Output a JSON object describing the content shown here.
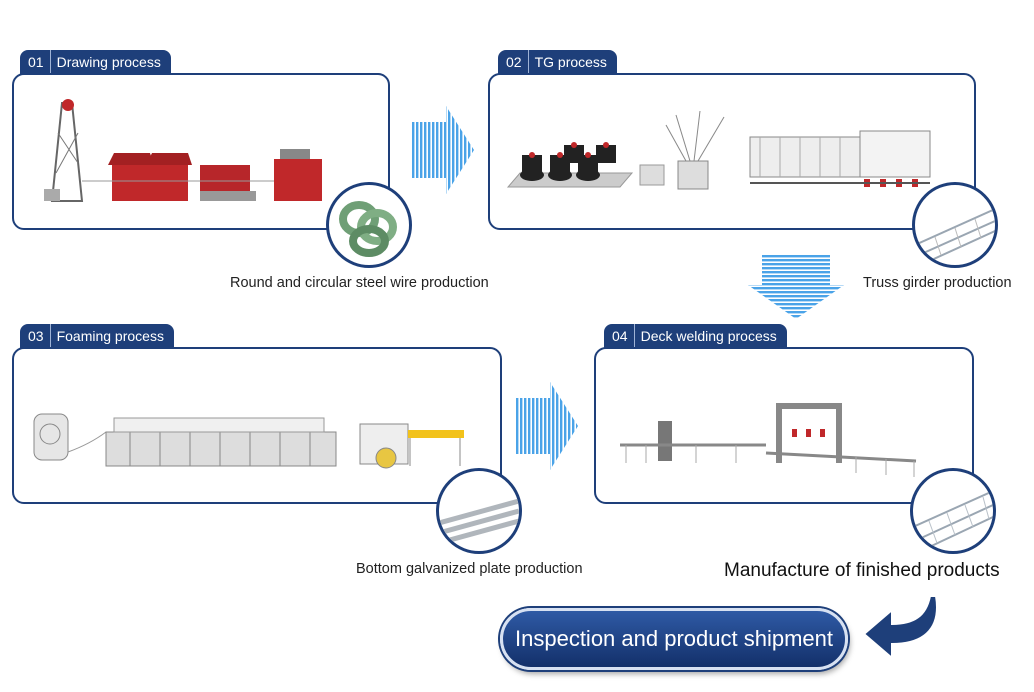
{
  "steps": [
    {
      "num": "01",
      "name": "Drawing process",
      "caption": "Round and circular steel wire production"
    },
    {
      "num": "02",
      "name": "TG process",
      "caption": "Truss girder production"
    },
    {
      "num": "03",
      "name": "Foaming process",
      "caption": "Bottom galvanized plate production"
    },
    {
      "num": "04",
      "name": "Deck welding process",
      "caption": "Manufacture of finished products"
    }
  ],
  "final": {
    "label": "Inspection and product shipment"
  },
  "colors": {
    "navy": "#1e3f7a",
    "arrow": "#4aa3e8",
    "machine_red": "#c0282a",
    "machine_gray": "#9aa0a6"
  }
}
